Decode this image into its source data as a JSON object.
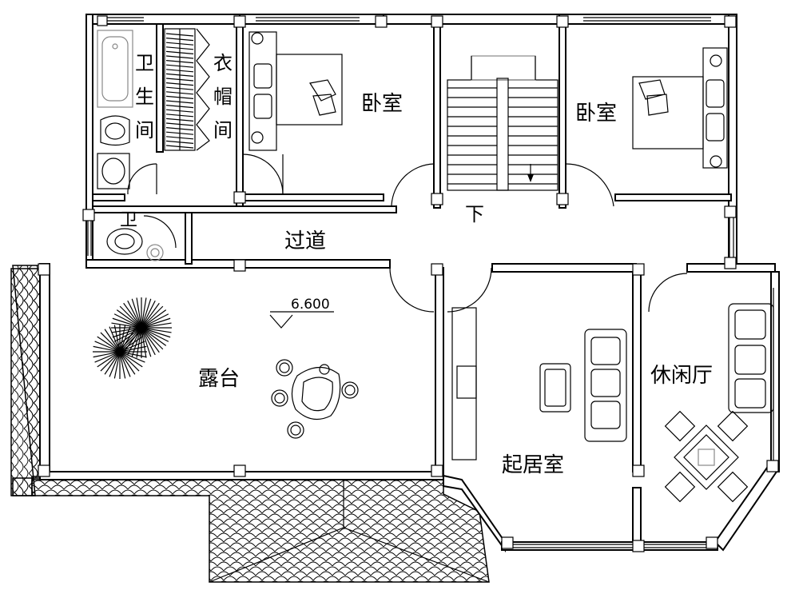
{
  "rooms": {
    "bath_top": "卫生间",
    "closet": "衣帽间",
    "bedroom_left": "卧室",
    "bedroom_right": "卧室",
    "stairs_down": "下",
    "bath_small": "卫",
    "corridor": "过道",
    "terrace": "露台",
    "living_room": "起居室",
    "lounge": "休闲厅"
  },
  "elevation": "6.600",
  "colors": {
    "line": "#000000",
    "fixture": "#888888",
    "background": "#ffffff"
  }
}
